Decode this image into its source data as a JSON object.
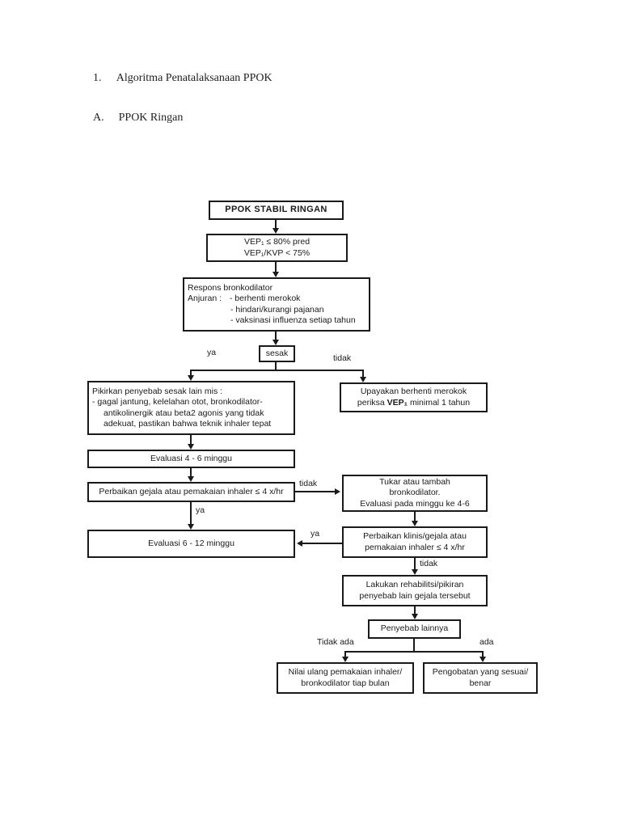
{
  "document": {
    "heading1": {
      "number": "1.",
      "text": "Algoritma Penatalaksanaan PPOK"
    },
    "heading2": {
      "letter": "A.",
      "text": "PPOK Ringan"
    }
  },
  "flowchart": {
    "colors": {
      "ink": "#1a1a1a",
      "box_bg": "#ffffff"
    },
    "boxes": {
      "ppok_stabil": {
        "line1": "PPOK STABIL RINGAN"
      },
      "vep": {
        "line1": "VEP₁ ≤ 80% pred",
        "line2": "VEP₁/KVP < 75%"
      },
      "respons": {
        "line1": "Respons bronkodilator",
        "anjuran_label": "Anjuran :",
        "items": [
          "- berhenti merokok",
          "- hindari/kurangi pajanan",
          "- vaksinasi influenza setiap tahun"
        ]
      },
      "sesak": {
        "line1": "sesak"
      },
      "pikirkan": {
        "line1": "Pikirkan penyebab sesak lain mis :",
        "line2": "- gagal jantung, kelelahan otot, bronkodilator-",
        "line3": "antikolinergik atau beta2 agonis yang tidak",
        "line4": "adekuat, pastikan bahwa teknik inhaler tepat"
      },
      "upayakan": {
        "line1": "Upayakan berhenti merokok",
        "line2_pre": "periksa ",
        "line2_bold": "VEP₁",
        "line2_post": " minimal 1 tahun"
      },
      "evaluasi_4_6": {
        "line1": "Evaluasi 4 - 6 minggu"
      },
      "perbaikan_gejala": {
        "line1": "Perbaikan gejala atau pemakaian inhaler ≤ 4 x/hr"
      },
      "tukar": {
        "line1": "Tukar atau tambah",
        "line2": "bronkodilator.",
        "line3": "Evaluasi pada minggu ke 4-6"
      },
      "evaluasi_6_12": {
        "line1": "Evaluasi 6 - 12 minggu"
      },
      "perbaikan_klinis": {
        "line1": "Perbaikan klinis/gejala atau",
        "line2": "pemakaian inhaler ≤ 4 x/hr"
      },
      "lakukan": {
        "line1": "Lakukan rehabilitsi/pikiran",
        "line2": "penyebab lain gejala tersebut"
      },
      "penyebab_lainnya": {
        "line1": "Penyebab lainnya"
      },
      "nilai_ulang": {
        "line1": "Nilai ulang pemakaian inhaler/",
        "line2": "bronkodilator tiap bulan"
      },
      "pengobatan": {
        "line1": "Pengobatan yang sesuai/",
        "line2": "benar"
      }
    },
    "labels": {
      "ya_top": "ya",
      "tidak_top": "tidak",
      "tidak_mid": "tidak",
      "ya_mid": "ya",
      "ya_left": "ya",
      "tidak_right": "tidak",
      "tidak_ada": "Tidak ada",
      "ada": "ada"
    }
  }
}
